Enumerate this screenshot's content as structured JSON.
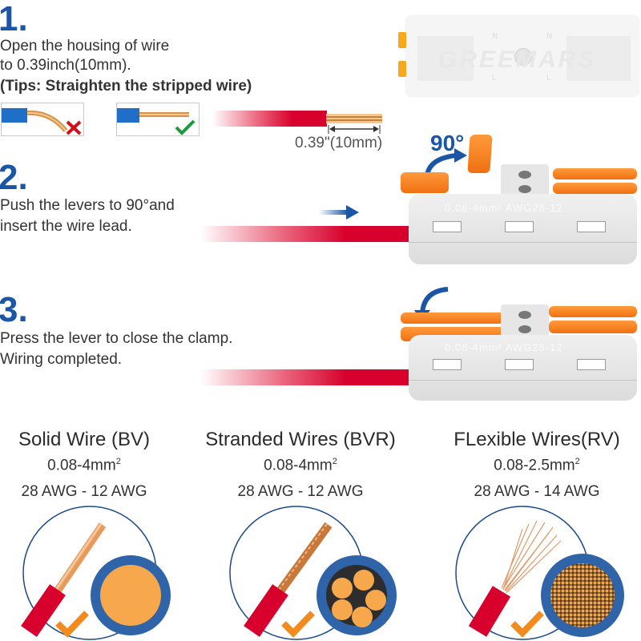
{
  "steps": [
    {
      "number": "1.",
      "lines": [
        "Open the housing of wire",
        "to 0.39inch(10mm)."
      ],
      "tip": "(Tips:  Straighten the stripped wire)",
      "strip_length_label": "0.39\"(10mm)"
    },
    {
      "number": "2.",
      "lines": [
        "Push the levers to 90°and",
        "insert the wire lead."
      ],
      "angle_label": "90°"
    },
    {
      "number": "3.",
      "lines": [
        "Press the lever to close the clamp.",
        "Wiring completed."
      ]
    }
  ],
  "connector": {
    "brand_watermark": "GREEMARS",
    "spec_marking": "0.08-4mm²  AWG28-12",
    "housing_marks": [
      "N",
      "N",
      "L",
      "L"
    ]
  },
  "wire_types": [
    {
      "title": "Solid Wire (BV)",
      "area": "0.08-4mm",
      "area_sup": "2",
      "awg": "28 AWG - 12 AWG"
    },
    {
      "title": "Stranded Wires (BVR)",
      "area": "0.08-4mm",
      "area_sup": "2",
      "awg": "28 AWG - 12 AWG"
    },
    {
      "title": "FLexible Wires(RV)",
      "area": "0.08-2.5mm",
      "area_sup": "2",
      "awg": "28 AWG - 14 AWG"
    }
  ],
  "colors": {
    "step_blue": "#1b55a6",
    "wire_red": "#d8002c",
    "lever_orange": "#f58220",
    "check_green": "#1a9a3c",
    "cross_red": "#d0101a",
    "copper": "#f4a64a"
  }
}
